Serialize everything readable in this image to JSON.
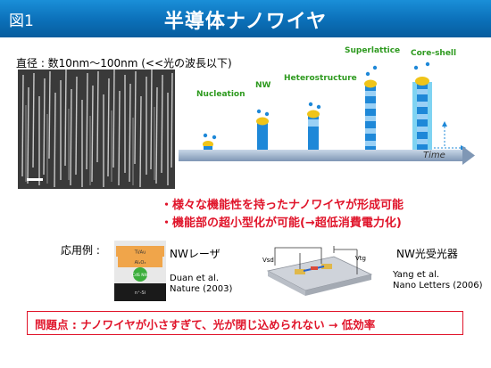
{
  "header": {
    "fig_label": "図1",
    "title": "半導体ナノワイヤ"
  },
  "diameter_text": "直径 : 数10nm〜100nm (<<光の波長以下)",
  "growth": {
    "stages": [
      "Nucleation",
      "NW",
      "Heterostructure",
      "Superlattice",
      "Core-shell"
    ],
    "time_label": "Time"
  },
  "bullets": [
    "・様々な機能性を持ったナノワイヤが形成可能",
    "・機能部の超小型化が可能(→超低消費電力化)"
  ],
  "applications": {
    "label": "応用例 :",
    "laser": {
      "name": "NWレーザ",
      "ref_line1": "Duan et al.",
      "ref_line2": "Nature (2003)",
      "fig_texts": [
        "Ti/Au",
        "Al₂O₃",
        "CdS NW",
        "n⁺-Si"
      ]
    },
    "detector": {
      "name": "NW光受光器",
      "ref_line1": "Yang et al.",
      "ref_line2": "Nano Letters (2006)",
      "fig_texts": [
        "Vsd",
        "Vtg"
      ]
    }
  },
  "problem": "問題点 : ナノワイヤが小さすぎて、光が閉じ込められない → 低効率",
  "colors": {
    "title_bar": "#0b6fb8",
    "accent_red": "#e0142a",
    "stage_green": "#2e9a1f",
    "wire_blue": "#1e88d8"
  }
}
